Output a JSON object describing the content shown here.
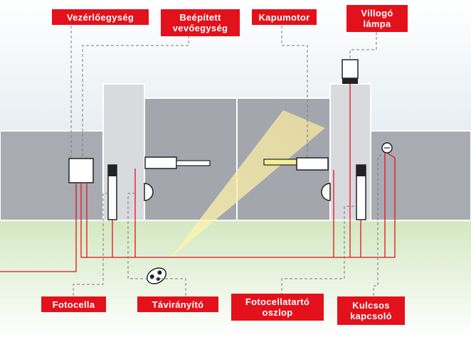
{
  "labels": {
    "control_unit": "Vezérlőegység",
    "receiver": {
      "line1": "Beépített",
      "line2": "vevőegység"
    },
    "gate_motor": "Kapumotor",
    "flashing_lamp": {
      "line1": "Villogó",
      "line2": "lámpa"
    },
    "photocell": "Fotocella",
    "remote": "Távirányító",
    "photocell_post": {
      "line1": "Fotocellatartó",
      "line2": "oszlop"
    },
    "key_switch": {
      "line1": "Kulcsos",
      "line2": "kapcsoló"
    }
  },
  "colors": {
    "label_bg": "#e3111b",
    "label_text": "#ffffff",
    "wire": "#e3111b",
    "wall": "#a9abb2",
    "pillar": "#d9dadd",
    "sky": "#edf3f6",
    "grass": "#d8ebc8"
  },
  "icons": [
    "control-unit-box-icon",
    "gate-motor-icon",
    "flashing-lamp-icon",
    "photocell-icon",
    "photocell-post-icon",
    "remote-control-icon",
    "key-switch-icon"
  ]
}
